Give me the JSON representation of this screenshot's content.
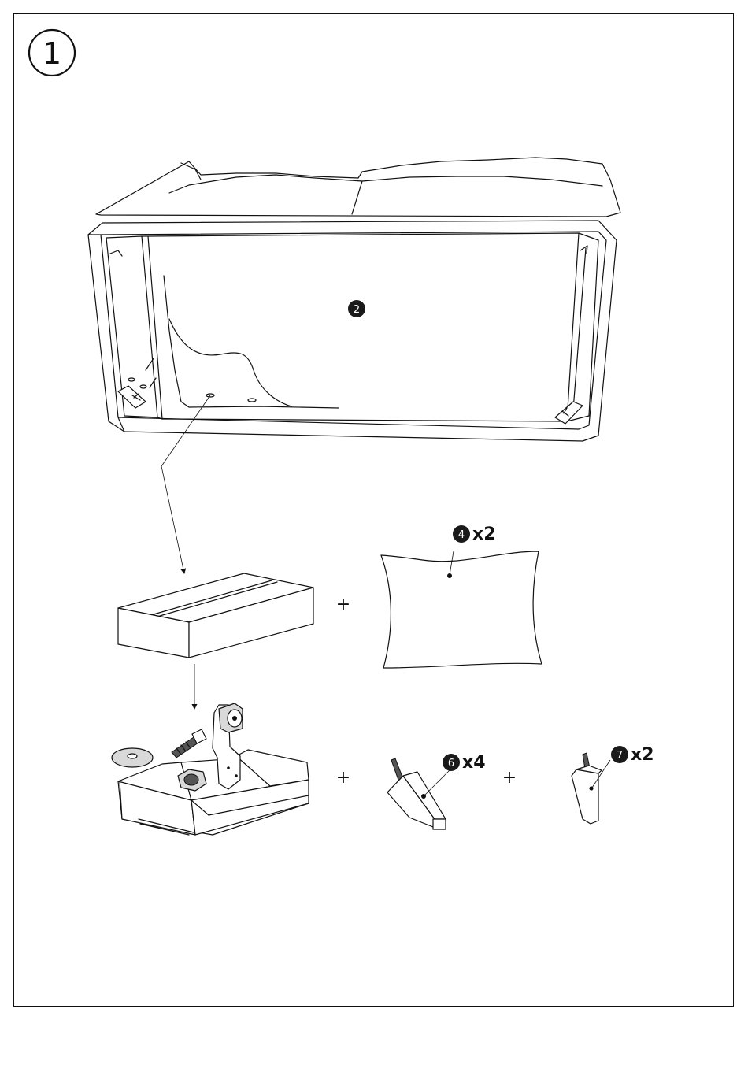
{
  "step": {
    "number": "1"
  },
  "callouts": {
    "frame_part": "2",
    "cushion_part": "4",
    "cushion_qty": "x2",
    "leg_front_part": "6",
    "leg_front_qty": "x4",
    "leg_back_part": "7",
    "leg_back_qty": "x2"
  },
  "operators": {
    "plus": "+"
  },
  "icons": {
    "step_badge": "circle-number-icon",
    "frame": "sofa-frame-icon",
    "parcel": "box-icon",
    "cushion": "cushion-icon",
    "hardware": "hardware-kit-icon",
    "leg_front": "tapered-leg-icon",
    "leg_back": "short-leg-icon"
  }
}
